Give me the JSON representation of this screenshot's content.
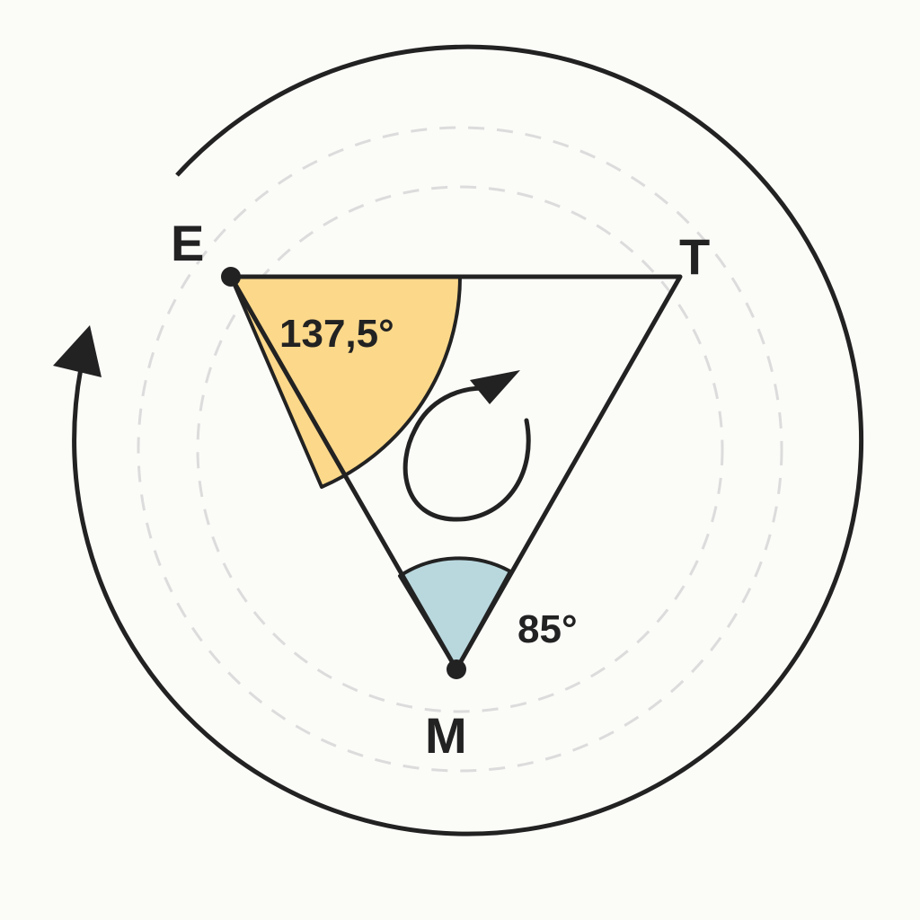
{
  "colors": {
    "background": "#fbfbf8",
    "stroke": "#222222",
    "dashed_circles": "#dcdcdc",
    "angle_E_fill": "#fcd88a",
    "angle_M_fill": "#b9d8de"
  },
  "vertices": {
    "E": {
      "label": "E"
    },
    "T": {
      "label": "T"
    },
    "M": {
      "label": "M"
    }
  },
  "angles": {
    "E": {
      "value": "137,5°"
    },
    "M": {
      "value": "85°"
    }
  },
  "icons": {
    "outer_arrow": "counterclockwise-arrow-icon",
    "inner_arrow": "rotation-arrow-icon"
  }
}
